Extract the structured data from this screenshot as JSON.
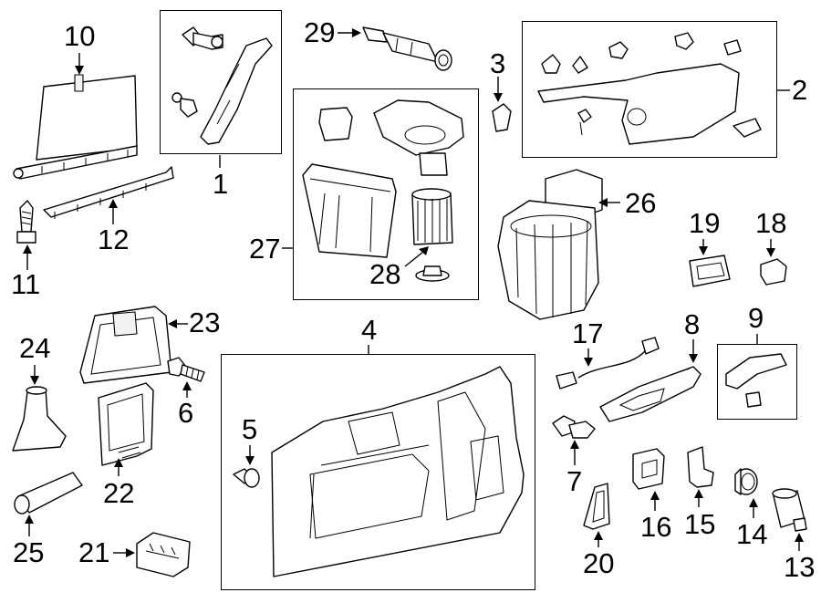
{
  "diagram": {
    "callouts": [
      {
        "id": "c10",
        "label": "10"
      },
      {
        "id": "c1",
        "label": "1"
      },
      {
        "id": "c29",
        "label": "29"
      },
      {
        "id": "c3",
        "label": "3"
      },
      {
        "id": "c2",
        "label": "2"
      },
      {
        "id": "c12",
        "label": "12"
      },
      {
        "id": "c11",
        "label": "11"
      },
      {
        "id": "c27",
        "label": "27"
      },
      {
        "id": "c28",
        "label": "28"
      },
      {
        "id": "c26",
        "label": "26"
      },
      {
        "id": "c19",
        "label": "19"
      },
      {
        "id": "c18",
        "label": "18"
      },
      {
        "id": "c23",
        "label": "23"
      },
      {
        "id": "c24",
        "label": "24"
      },
      {
        "id": "c6",
        "label": "6"
      },
      {
        "id": "c4",
        "label": "4"
      },
      {
        "id": "c17",
        "label": "17"
      },
      {
        "id": "c8",
        "label": "8"
      },
      {
        "id": "c9",
        "label": "9"
      },
      {
        "id": "c5",
        "label": "5"
      },
      {
        "id": "c22",
        "label": "22"
      },
      {
        "id": "c7",
        "label": "7"
      },
      {
        "id": "c25",
        "label": "25"
      },
      {
        "id": "c21",
        "label": "21"
      },
      {
        "id": "c16",
        "label": "16"
      },
      {
        "id": "c15",
        "label": "15"
      },
      {
        "id": "c14",
        "label": "14"
      },
      {
        "id": "c20",
        "label": "20"
      },
      {
        "id": "c13",
        "label": "13"
      }
    ],
    "colors": {
      "line": "#000000",
      "background": "#ffffff"
    }
  }
}
